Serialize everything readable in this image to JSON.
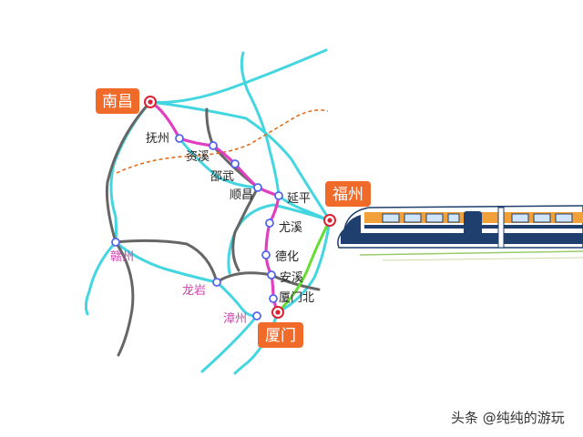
{
  "colors": {
    "background": "#ffffff",
    "route_highspeed": "#e040c0",
    "route_rail": "#44d6e0",
    "route_existing": "#666666",
    "route_green": "#66dd33",
    "route_dashed": "#e07020",
    "label_box": "#f06a2a",
    "station_ring": "#5566ee",
    "hub_dot": "#dd2233",
    "pink_label": "#d040b0",
    "train_blue": "#1f3f6e",
    "train_orange": "#f2a03a"
  },
  "map": {
    "major_cities": [
      {
        "id": "nanchang",
        "name": "南昌"
      },
      {
        "id": "fuzhou",
        "name": "福州"
      },
      {
        "id": "xiamen",
        "name": "厦门"
      }
    ],
    "stations": [
      {
        "id": "fuzhou_jx",
        "name": "抚州",
        "label_color": "dark"
      },
      {
        "id": "zixi",
        "name": "资溪",
        "label_color": "dark"
      },
      {
        "id": "shaowu",
        "name": "邵武",
        "label_color": "dark"
      },
      {
        "id": "shunchang",
        "name": "顺昌",
        "label_color": "dark"
      },
      {
        "id": "yanping",
        "name": "延平",
        "label_color": "dark"
      },
      {
        "id": "youxi",
        "name": "尤溪",
        "label_color": "dark"
      },
      {
        "id": "dehua",
        "name": "德化",
        "label_color": "dark"
      },
      {
        "id": "anxi",
        "name": "安溪",
        "label_color": "dark"
      },
      {
        "id": "xiamenbei",
        "name": "厦门北",
        "label_color": "dark"
      },
      {
        "id": "ganzhou",
        "name": "赣州",
        "label_color": "pink"
      },
      {
        "id": "longyan",
        "name": "龙岩",
        "label_color": "pink"
      },
      {
        "id": "zhangzhou",
        "name": "漳州",
        "label_color": "pink"
      }
    ]
  },
  "watermark": "头条 @纯纯的游玩"
}
